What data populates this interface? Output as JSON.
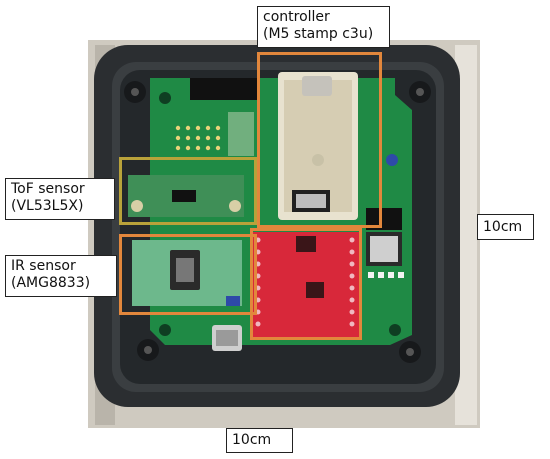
{
  "labels": {
    "controller": {
      "line1": "controller",
      "line2": "(M5 stamp c3u)"
    },
    "tof": {
      "line1": "ToF sensor",
      "line2": "(VL53L5X)"
    },
    "ir": {
      "line1": "IR sensor",
      "line2": "(AMG8833)"
    },
    "width": "10cm",
    "height": "10cm"
  },
  "colors": {
    "highlight": "#e2873c",
    "tof_highlight": "#b9a23a",
    "pcb_green": "#1f8a45",
    "pcb_red": "#d8283a",
    "enclosure": "#2a2d2f"
  }
}
